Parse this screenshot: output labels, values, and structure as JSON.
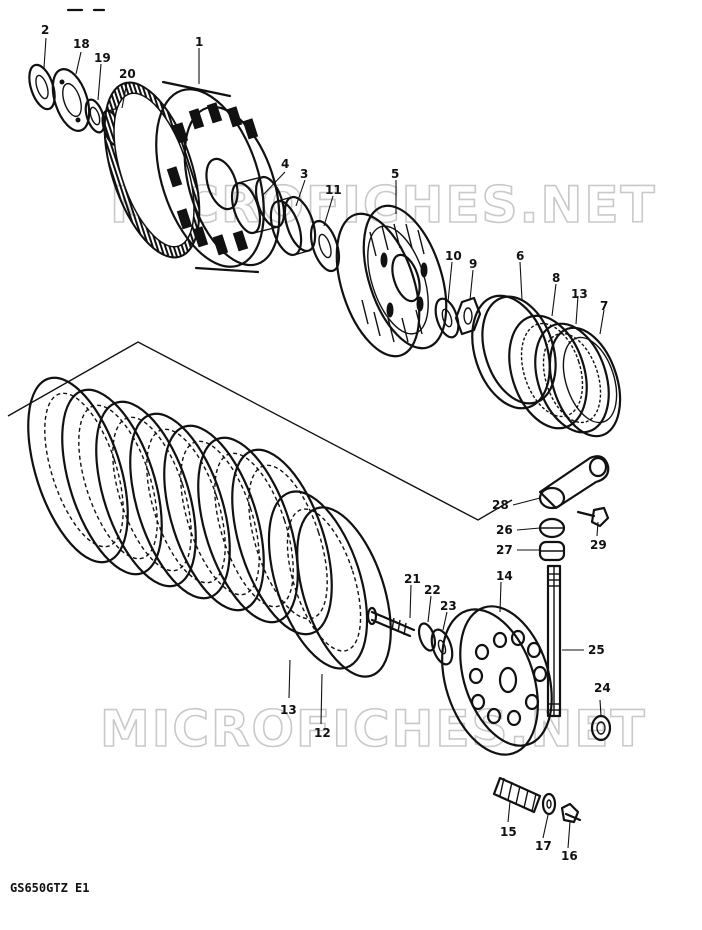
{
  "watermark": "MICROFICHES.NET",
  "model_code": "GS650GTZ E1",
  "callouts": {
    "p1": "1",
    "p2": "2",
    "p3": "3",
    "p4": "4",
    "p5": "5",
    "p6": "6",
    "p7": "7",
    "p8": "8",
    "p9": "9",
    "p10": "10",
    "p11": "11",
    "p12": "12",
    "p13a": "13",
    "p13b": "13",
    "p14": "14",
    "p15": "15",
    "p16": "16",
    "p17": "17",
    "p18": "18",
    "p19": "19",
    "p20": "20",
    "p21": "21",
    "p22": "22",
    "p23": "23",
    "p24": "24",
    "p25": "25",
    "p26": "26",
    "p27": "27",
    "p28": "28",
    "p29": "29"
  }
}
